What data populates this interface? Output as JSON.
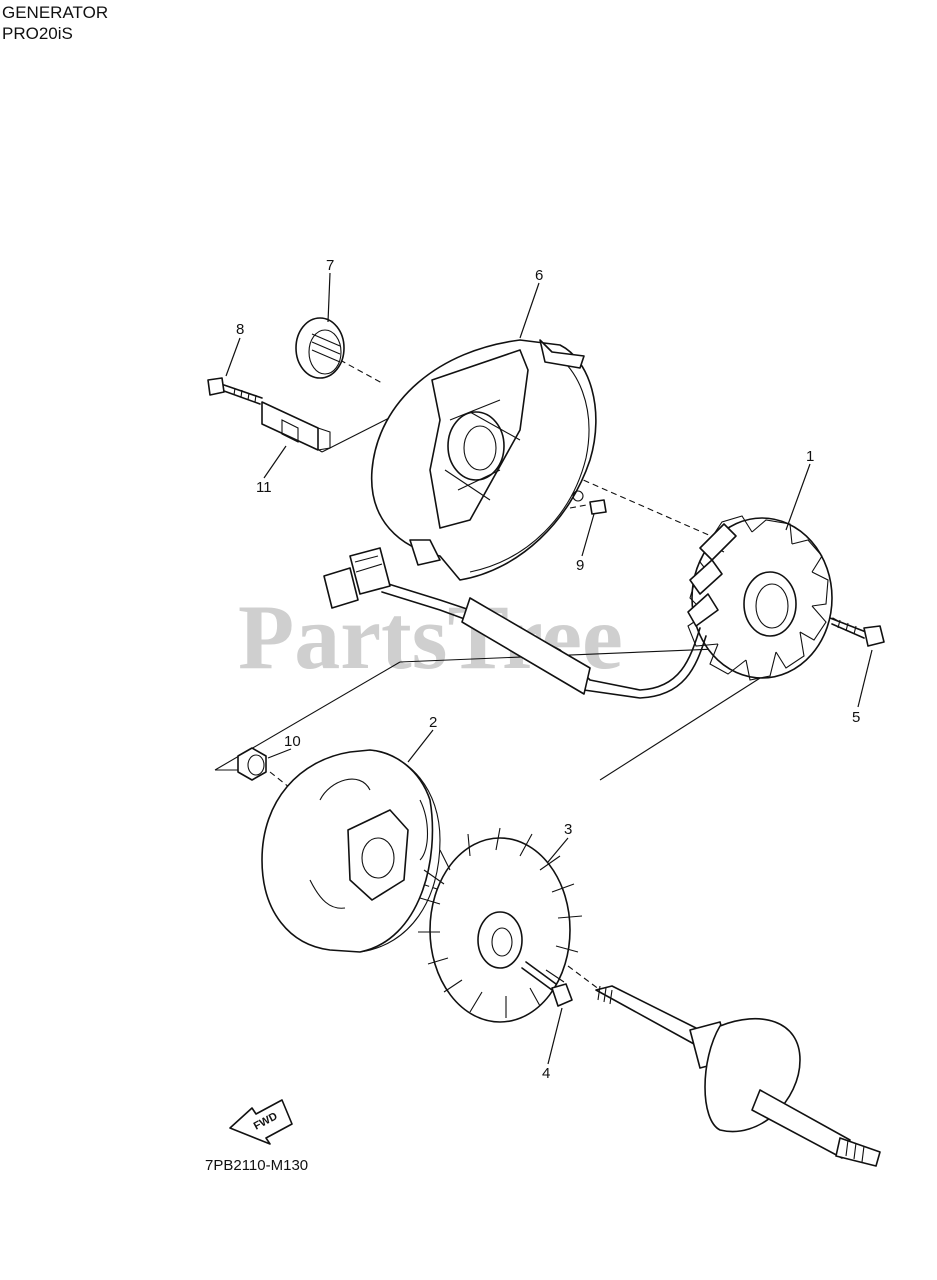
{
  "header": {
    "line1": "GENERATOR",
    "line2": "PRO20iS"
  },
  "watermark": "PartsTree",
  "diagram_code": "7PB2110-M130",
  "fwd_label": "FWD",
  "callouts": {
    "c1": "1",
    "c2": "2",
    "c3": "3",
    "c4": "4",
    "c5": "5",
    "c6": "6",
    "c7": "7",
    "c8": "8",
    "c9": "9",
    "c10": "10",
    "c11": "11"
  }
}
